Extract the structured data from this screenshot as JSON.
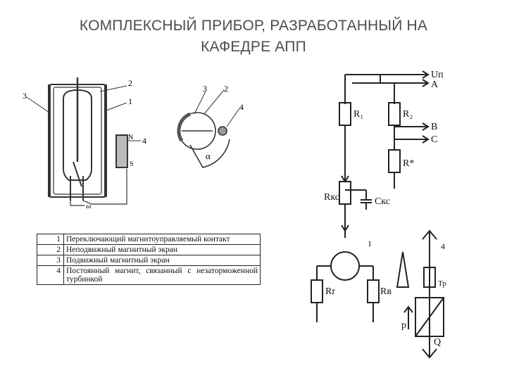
{
  "title": {
    "line1": "КОМПЛЕКСНЫЙ ПРИБОР, РАЗРАБОТАННЫЙ НА",
    "line2": "КАФЕДРЕ АПП"
  },
  "legend": [
    {
      "num": "1",
      "text": "Переключающий магнитоуправляемый контакт"
    },
    {
      "num": "2",
      "text": "Неподвижный магнитный экран"
    },
    {
      "num": "3",
      "text": "Подвижный магнитный экран"
    },
    {
      "num": "4",
      "text": "Постоянный магнит, связанный с незаторможенной турбинкой"
    }
  ],
  "figure_labels": {
    "left_3": "3",
    "left_2": "2",
    "left_1": "1",
    "left_4": "4",
    "left_N": "N",
    "left_S": "S",
    "left_omega": "ω",
    "mid_3": "3",
    "mid_2": "2",
    "mid_4": "4",
    "mid_alpha": "α",
    "U": "Uп",
    "A": "A",
    "B": "B",
    "C": "C",
    "R1": "R₁",
    "R2": "R₂",
    "Rstar": "R*",
    "Rkc": "Rкс",
    "Ckc": "Cкс",
    "Rr": "Rr",
    "Rb": "Rв",
    "num1": "1",
    "num4": "4",
    "Tp": "Тр",
    "p": "p",
    "Q": "Q"
  }
}
